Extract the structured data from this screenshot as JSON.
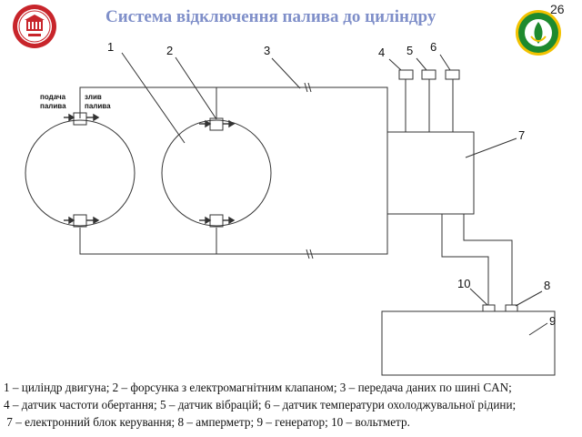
{
  "slide": {
    "title": "Система відключення палива до циліндру",
    "number": "26"
  },
  "diagram": {
    "inlet_label": [
      "подача",
      "палива"
    ],
    "outlet_label": [
      "злив",
      "палива"
    ],
    "callouts": [
      "1",
      "2",
      "3",
      "4",
      "5",
      "6",
      "7",
      "8",
      "9",
      "10"
    ]
  },
  "legend": {
    "lines": [
      "1 –  циліндр двигуна; 2 – форсунка з електромагнітним клапаном; 3 – передача даних по шині CAN;",
      "4 – датчик частоти обертання; 5 – датчик вібрацій; 6 – датчик температури охолоджувальної рідини;",
      " 7 – електронний блок керування; 8 – амперметр; 9 – генератор; 10 – вольтметр."
    ]
  },
  "colors": {
    "title": "#7f8fc9",
    "logo_left": "#c8252b",
    "logo_right": "#1e8a2e",
    "logo_right_accent": "#f2c200"
  }
}
